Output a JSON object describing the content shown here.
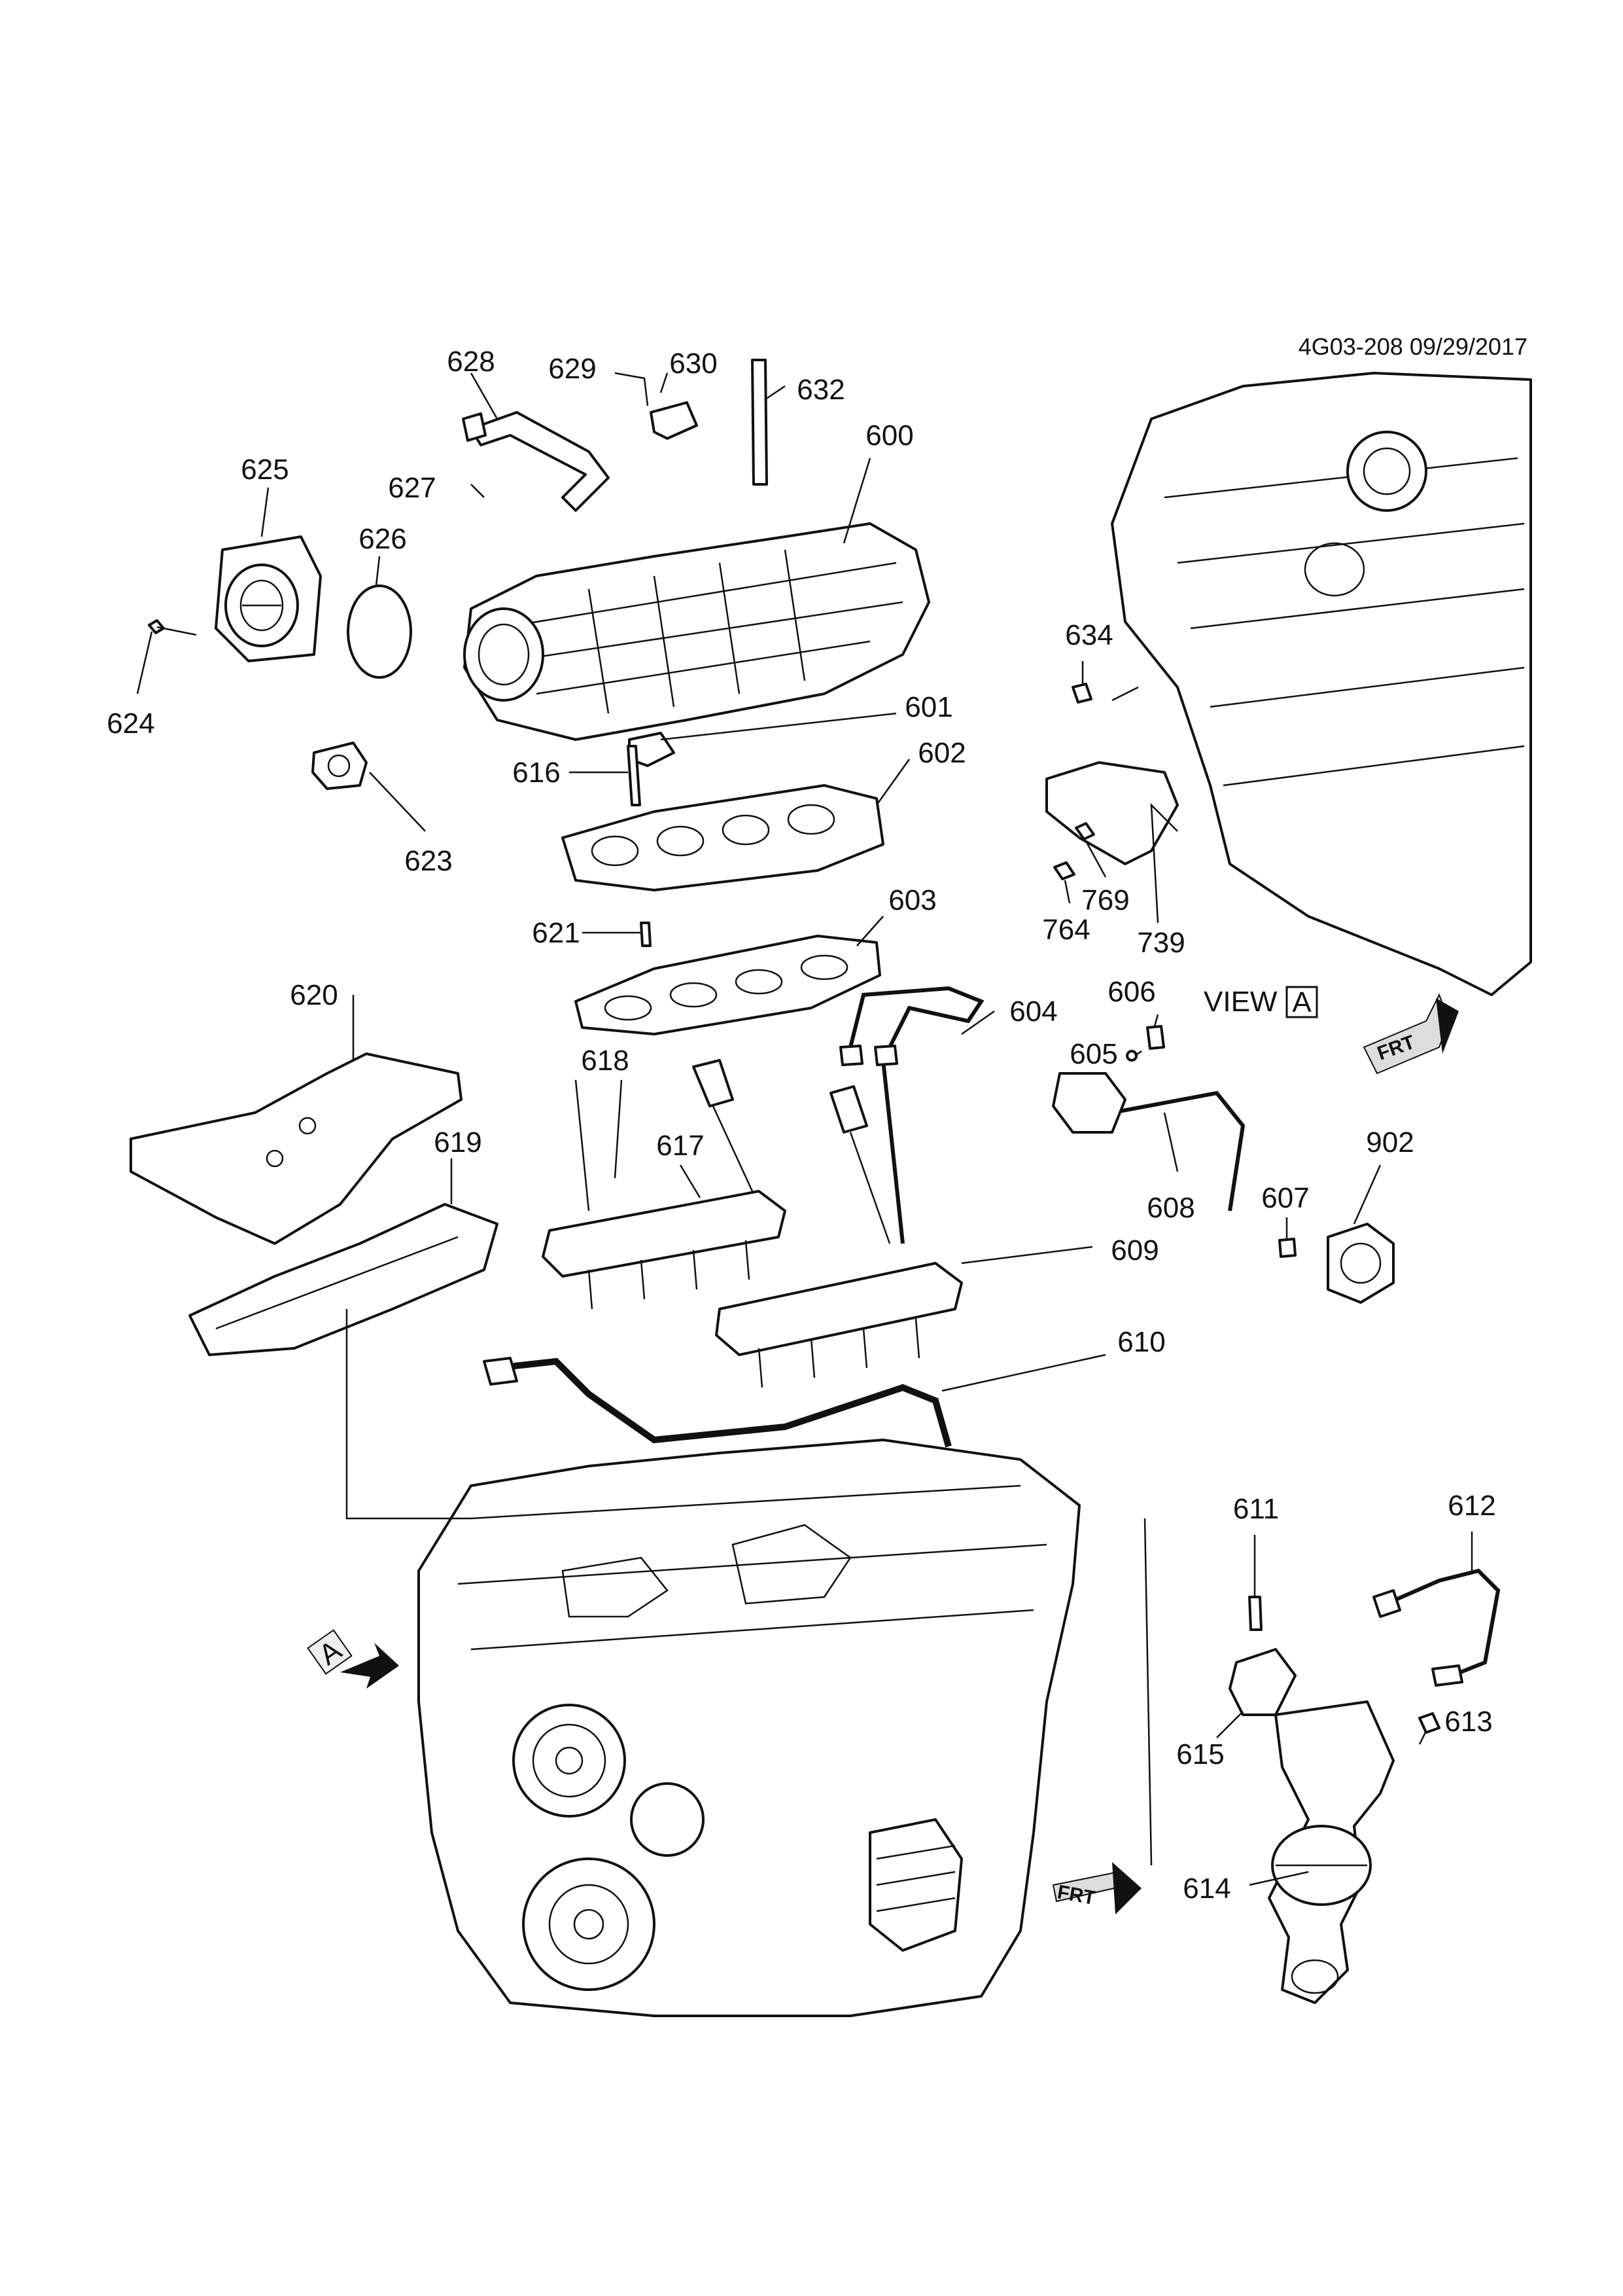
{
  "header": {
    "ref": "4G03-208 09/29/2017"
  },
  "view": {
    "label": "VIEW",
    "box_letter": "A",
    "marker_letter": "A"
  },
  "frt": {
    "text": "FRT"
  },
  "callouts": [
    {
      "id": "628",
      "label": "628"
    },
    {
      "id": "629",
      "label": "629"
    },
    {
      "id": "630",
      "label": "630"
    },
    {
      "id": "632",
      "label": "632"
    },
    {
      "id": "600",
      "label": "600"
    },
    {
      "id": "625",
      "label": "625"
    },
    {
      "id": "627",
      "label": "627"
    },
    {
      "id": "626",
      "label": "626"
    },
    {
      "id": "624",
      "label": "624"
    },
    {
      "id": "623",
      "label": "623"
    },
    {
      "id": "616",
      "label": "616"
    },
    {
      "id": "601",
      "label": "601"
    },
    {
      "id": "602",
      "label": "602"
    },
    {
      "id": "621",
      "label": "621"
    },
    {
      "id": "603",
      "label": "603"
    },
    {
      "id": "634",
      "label": "634"
    },
    {
      "id": "769",
      "label": "769"
    },
    {
      "id": "764",
      "label": "764"
    },
    {
      "id": "739",
      "label": "739"
    },
    {
      "id": "620",
      "label": "620"
    },
    {
      "id": "618",
      "label": "618"
    },
    {
      "id": "604",
      "label": "604"
    },
    {
      "id": "606",
      "label": "606"
    },
    {
      "id": "605",
      "label": "605"
    },
    {
      "id": "619",
      "label": "619"
    },
    {
      "id": "617",
      "label": "617"
    },
    {
      "id": "607",
      "label": "607"
    },
    {
      "id": "902",
      "label": "902"
    },
    {
      "id": "608",
      "label": "608"
    },
    {
      "id": "609",
      "label": "609"
    },
    {
      "id": "610",
      "label": "610"
    },
    {
      "id": "612",
      "label": "612"
    },
    {
      "id": "611",
      "label": "611"
    },
    {
      "id": "613",
      "label": "613"
    },
    {
      "id": "615",
      "label": "615"
    },
    {
      "id": "614",
      "label": "614"
    }
  ]
}
